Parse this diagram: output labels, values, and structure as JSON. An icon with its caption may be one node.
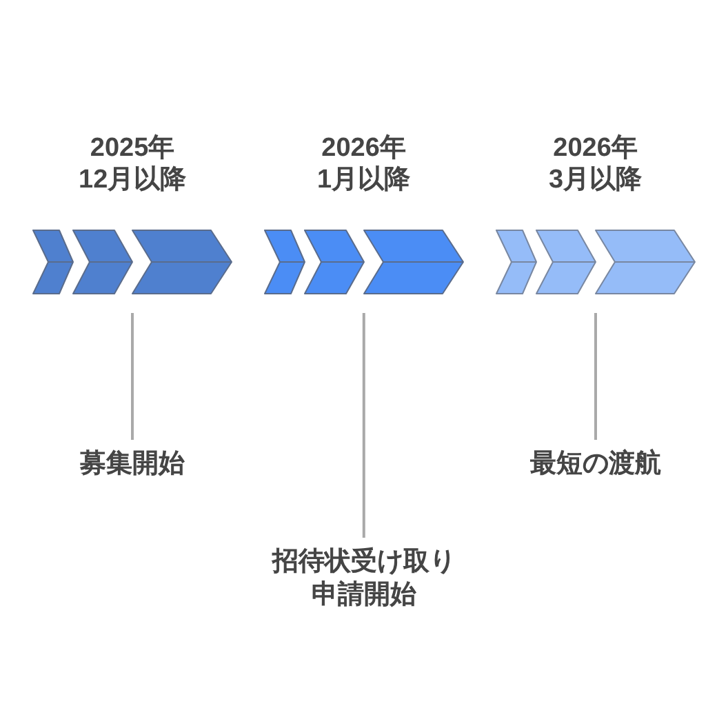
{
  "diagram": {
    "nodes": [
      {
        "text": [
          "2025年12月以降"
        ]
      },
      {
        "text": [
          "2026年1月以降"
        ]
      },
      {
        "text": [
          "2026年3月以降"
        ]
      },
      {
        "text": [
          "募集開始"
        ]
      },
      {
        "text": [
          "招待状受け取り申請開始"
        ]
      },
      {
        "text": [
          "最短の渡航"
        ]
      }
    ],
    "edges": [
      {
        "from": 3,
        "to": 0,
        "arrow": "none"
      },
      {
        "from": 4,
        "to": 1,
        "arrow": "none"
      },
      {
        "from": 5,
        "to": 2,
        "arrow": "none"
      }
    ]
  }
}
